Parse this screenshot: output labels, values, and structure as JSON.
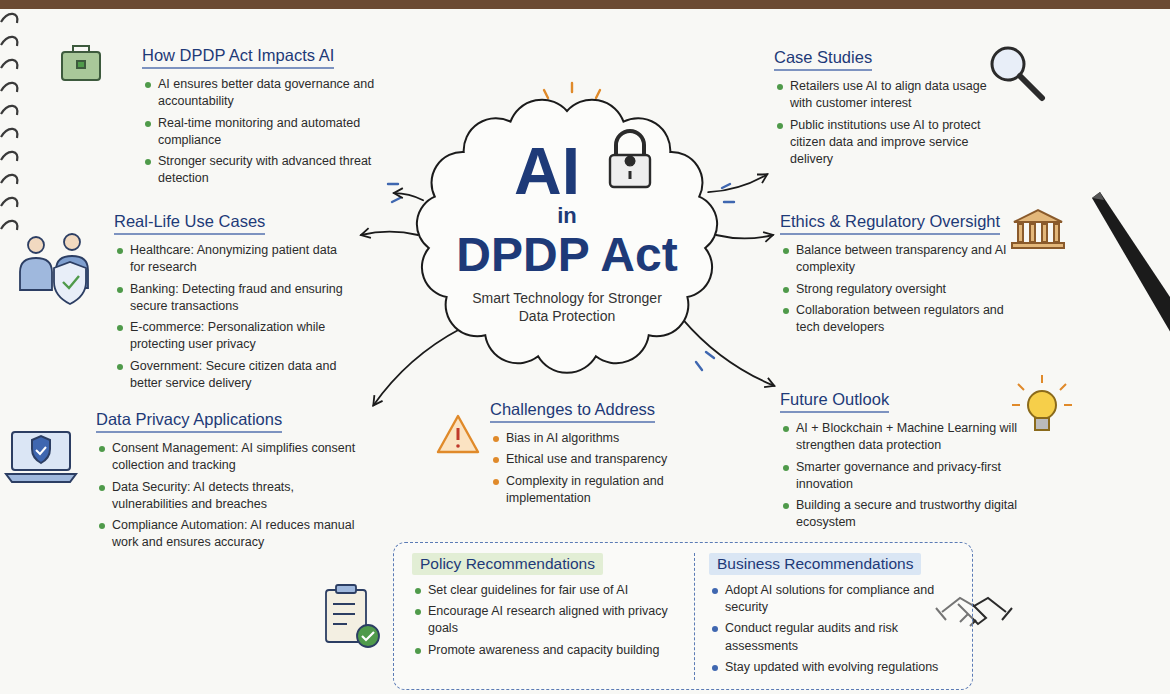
{
  "diagram": {
    "nodes": [
      {
        "text": [
          "AI",
          "in",
          "DPDP Act",
          "Smart Technology for Stronger Data Protection"
        ]
      },
      {
        "text": [
          "How DPDP Act Impacts AI",
          "AI ensures better data governance and accountability",
          "Real-time monitoring and automated compliance",
          "Stronger security with advanced threat detection"
        ]
      },
      {
        "text": [
          "Real-Life Use Cases",
          "Healthcare: Anonymizing patient data for research",
          "Banking: Detecting fraud and ensuring secure transactions",
          "E-commerce: Personalization while protecting user privacy",
          "Government: Secure citizen data and better service delivery"
        ]
      },
      {
        "text": [
          "Data Privacy Applications",
          "Consent Management: AI simplifies consent collection and tracking",
          "Data Security: AI detects threats, vulnerabilities and breaches",
          "Compliance Automation: AI reduces manual work and ensures accuracy"
        ]
      },
      {
        "text": [
          "Case Studies",
          "Retailers use AI to align data usage with customer interest",
          "Public institutions use AI to protect citizen data and improve service delivery"
        ]
      },
      {
        "text": [
          "Ethics & Regulatory Oversight",
          "Balance between transparency and AI complexity",
          "Strong regulatory oversight",
          "Collaboration between regulators and tech developers"
        ]
      },
      {
        "text": [
          "Future Outlook",
          "AI + Blockchain + Machine Learning will strengthen data protection",
          "Smarter governance and privacy-first innovation",
          "Building a secure and trustworthy digital ecosystem"
        ]
      },
      {
        "text": [
          "Challenges to Address",
          "Bias in AI algorithms",
          "Ethical use and transparency",
          "Complexity in regulation and implementation"
        ]
      },
      {
        "text": []
      },
      {
        "text": [
          "Policy Recommendations",
          "Set clear guidelines for fair use of AI",
          "Encourage AI research aligned with privacy goals",
          "Promote awareness and capacity building"
        ],
        "in": 8
      },
      {
        "text": [
          "Business Recommendations",
          "Adopt AI solutions for compliance and security",
          "Conduct regular audits and risk assessments",
          "Stay updated with evolving regulations"
        ],
        "in": 8
      }
    ],
    "edges": [
      {
        "from": 0,
        "to": 1,
        "arrow": "to"
      },
      {
        "from": 0,
        "to": 2,
        "arrow": "to"
      },
      {
        "from": 0,
        "to": 3,
        "arrow": "to"
      },
      {
        "from": 0,
        "to": 4,
        "arrow": "to"
      },
      {
        "from": 0,
        "to": 5,
        "arrow": "to"
      },
      {
        "from": 0,
        "to": 6,
        "arrow": "to"
      }
    ]
  }
}
